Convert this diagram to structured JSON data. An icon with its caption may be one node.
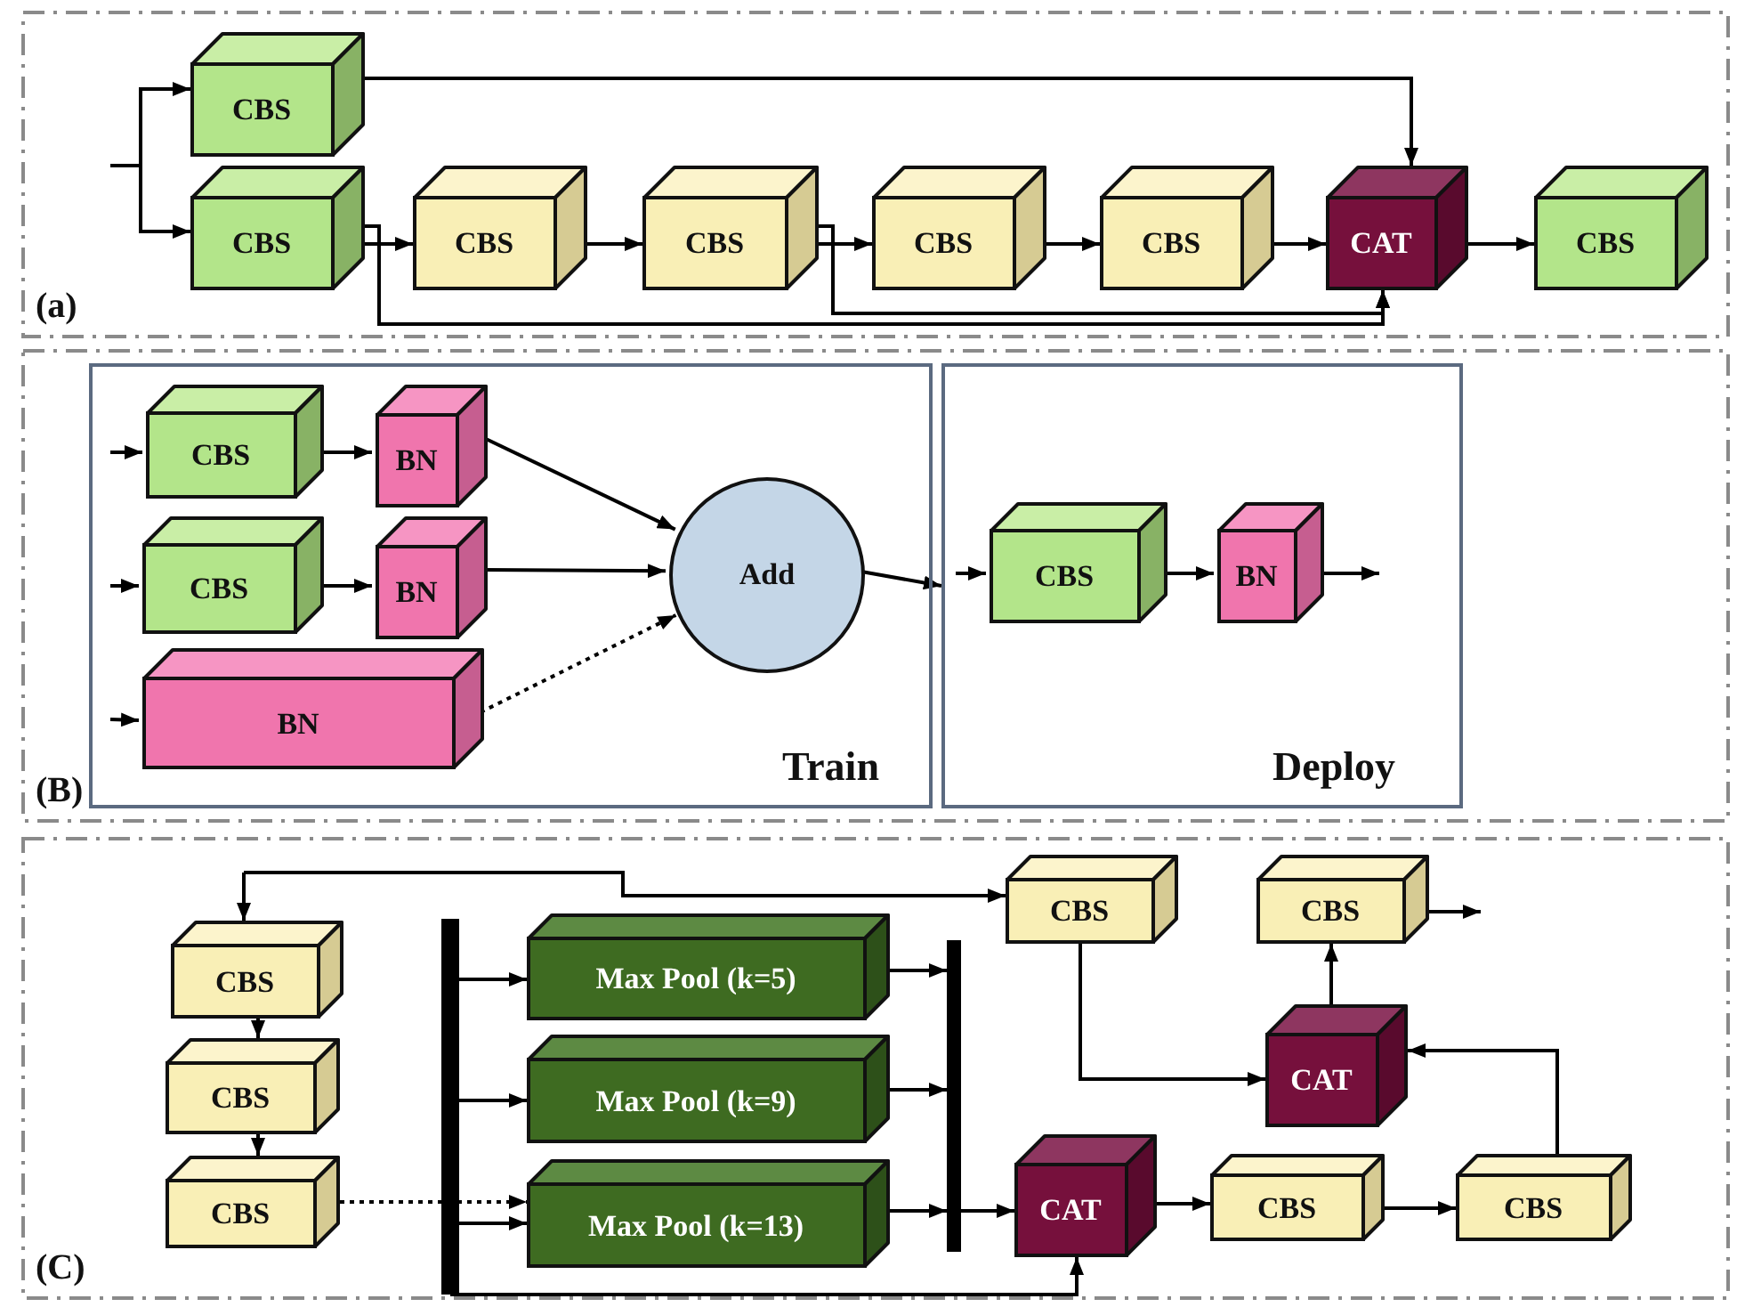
{
  "diagram": {
    "nodes": [
      {
        "text": [
          "(a)"
        ]
      },
      {
        "text": [
          "CBS"
        ],
        "in": 0
      },
      {
        "text": [
          "CBS"
        ],
        "in": 0
      },
      {
        "text": [
          "CBS"
        ],
        "in": 0
      },
      {
        "text": [
          "CBS"
        ],
        "in": 0
      },
      {
        "text": [
          "CBS"
        ],
        "in": 0
      },
      {
        "text": [
          "CBS"
        ],
        "in": 0
      },
      {
        "text": [
          "CAT"
        ],
        "in": 0
      },
      {
        "text": [
          "CBS"
        ],
        "in": 0
      },
      {
        "text": [
          "(B)"
        ]
      },
      {
        "text": [
          "Train"
        ],
        "in": 9
      },
      {
        "text": [
          "CBS"
        ],
        "in": 10
      },
      {
        "text": [
          "BN"
        ],
        "in": 10
      },
      {
        "text": [
          "CBS"
        ],
        "in": 10
      },
      {
        "text": [
          "BN"
        ],
        "in": 10
      },
      {
        "text": [
          "BN"
        ],
        "in": 10
      },
      {
        "text": [
          "Add"
        ],
        "in": 10
      },
      {
        "text": [
          "Deploy"
        ],
        "in": 9
      },
      {
        "text": [
          "CBS"
        ],
        "in": 17
      },
      {
        "text": [
          "BN"
        ],
        "in": 17
      },
      {
        "text": [
          "(C)"
        ]
      },
      {
        "text": [
          "CBS"
        ],
        "in": 20
      },
      {
        "text": [
          "CBS"
        ],
        "in": 20
      },
      {
        "text": [
          "CBS"
        ],
        "in": 20
      },
      {
        "text": [],
        "shape": "bar",
        "in": 20
      },
      {
        "text": [
          "Max Pool (k=5)"
        ],
        "in": 20
      },
      {
        "text": [
          "Max Pool (k=9)"
        ],
        "in": 20
      },
      {
        "text": [
          "Max Pool (k=13)"
        ],
        "in": 20
      },
      {
        "text": [],
        "shape": "bar",
        "in": 20
      },
      {
        "text": [
          "CBS"
        ],
        "in": 20
      },
      {
        "text": [
          "CBS"
        ],
        "in": 20
      },
      {
        "text": [
          "CAT"
        ],
        "in": 20
      },
      {
        "text": [
          "CAT"
        ],
        "in": 20
      },
      {
        "text": [
          "CBS"
        ],
        "in": 20
      },
      {
        "text": [
          "CBS"
        ],
        "in": 20
      }
    ],
    "edges": [
      {
        "from": null,
        "to": 1,
        "arrow": "to"
      },
      {
        "from": null,
        "to": 2,
        "arrow": "to"
      },
      {
        "from": 1,
        "to": 7,
        "arrow": "to"
      },
      {
        "from": 2,
        "to": 3,
        "arrow": "to"
      },
      {
        "from": 3,
        "to": 4,
        "arrow": "to"
      },
      {
        "from": 4,
        "to": 5,
        "arrow": "to"
      },
      {
        "from": 5,
        "to": 6,
        "arrow": "to"
      },
      {
        "from": 6,
        "to": 7,
        "arrow": "to"
      },
      {
        "from": 7,
        "to": 8,
        "arrow": "to"
      },
      {
        "from": 2,
        "to": 7,
        "arrow": "to"
      },
      {
        "from": 4,
        "to": 7,
        "arrow": "to"
      },
      {
        "from": null,
        "to": 11,
        "arrow": "to"
      },
      {
        "from": 11,
        "to": 12,
        "arrow": "to"
      },
      {
        "from": null,
        "to": 13,
        "arrow": "to"
      },
      {
        "from": 13,
        "to": 14,
        "arrow": "to"
      },
      {
        "from": null,
        "to": 15,
        "arrow": "to"
      },
      {
        "from": 12,
        "to": 16,
        "arrow": "to"
      },
      {
        "from": 14,
        "to": 16,
        "arrow": "to"
      },
      {
        "from": 15,
        "to": 16,
        "arrow": "to",
        "style": "dashed"
      },
      {
        "from": 16,
        "to": 17,
        "arrow": "to"
      },
      {
        "from": null,
        "to": 18,
        "arrow": "to"
      },
      {
        "from": 18,
        "to": 19,
        "arrow": "to"
      },
      {
        "from": 19,
        "to": null,
        "arrow": "to"
      },
      {
        "from": null,
        "to": 21,
        "arrow": "to"
      },
      {
        "from": null,
        "to": 29,
        "arrow": "to"
      },
      {
        "from": 21,
        "to": 22,
        "arrow": "to"
      },
      {
        "from": 22,
        "to": 23,
        "arrow": "to"
      },
      {
        "from": 23,
        "to": 27,
        "arrow": "to",
        "style": "dashed"
      },
      {
        "from": 24,
        "to": 25,
        "arrow": "to"
      },
      {
        "from": 24,
        "to": 26,
        "arrow": "to"
      },
      {
        "from": 24,
        "to": 27,
        "arrow": "to"
      },
      {
        "from": 24,
        "to": 32,
        "arrow": "to"
      },
      {
        "from": 25,
        "to": 28,
        "arrow": "to"
      },
      {
        "from": 26,
        "to": 28,
        "arrow": "to"
      },
      {
        "from": 27,
        "to": 28,
        "arrow": "to"
      },
      {
        "from": 28,
        "to": 32,
        "arrow": "to"
      },
      {
        "from": 32,
        "to": 33,
        "arrow": "to"
      },
      {
        "from": 33,
        "to": 34,
        "arrow": "to"
      },
      {
        "from": 34,
        "to": 31,
        "arrow": "to"
      },
      {
        "from": 29,
        "to": 31,
        "arrow": "to"
      },
      {
        "from": 31,
        "to": 30,
        "arrow": "to"
      },
      {
        "from": 30,
        "to": null,
        "arrow": "to"
      }
    ]
  }
}
